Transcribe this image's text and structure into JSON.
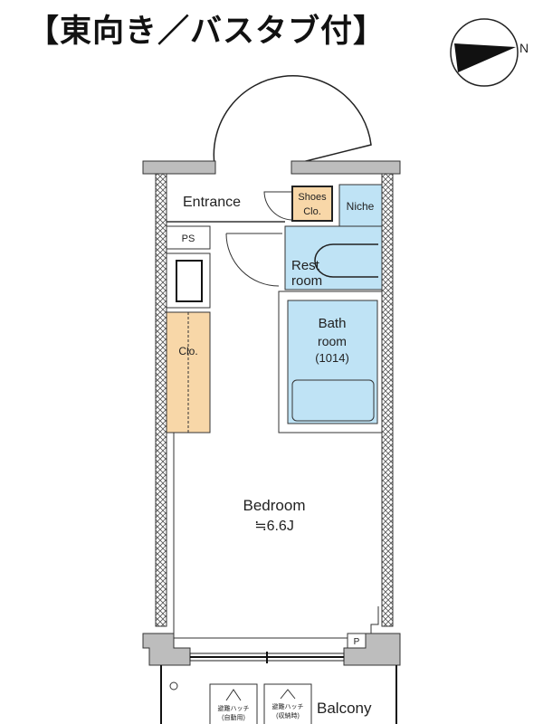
{
  "title": "【東向き／バスタブ付】",
  "compass": {
    "label": "N"
  },
  "rooms": {
    "entrance": "Entrance",
    "shoes_clo_1": "Shoes",
    "shoes_clo_2": "Clo.",
    "niche": "Niche",
    "ps": "PS",
    "restroom_1": "Rest",
    "restroom_2": "room",
    "bath_1": "Bath",
    "bath_2": "room",
    "bath_3": "(1014)",
    "clo": "Clo.",
    "bedroom": "Bedroom",
    "bedroom_size": "≒6.6J",
    "p": "P",
    "balcony": "Balcony",
    "hatch1_1": "避難ハッチ",
    "hatch1_2": "(自動用)",
    "hatch2_1": "避難ハッチ",
    "hatch2_2": "(収納時)"
  },
  "colors": {
    "wet_area": "#bfe3f5",
    "storage": "#f8d7a8",
    "wall": "#bdbdbd"
  }
}
